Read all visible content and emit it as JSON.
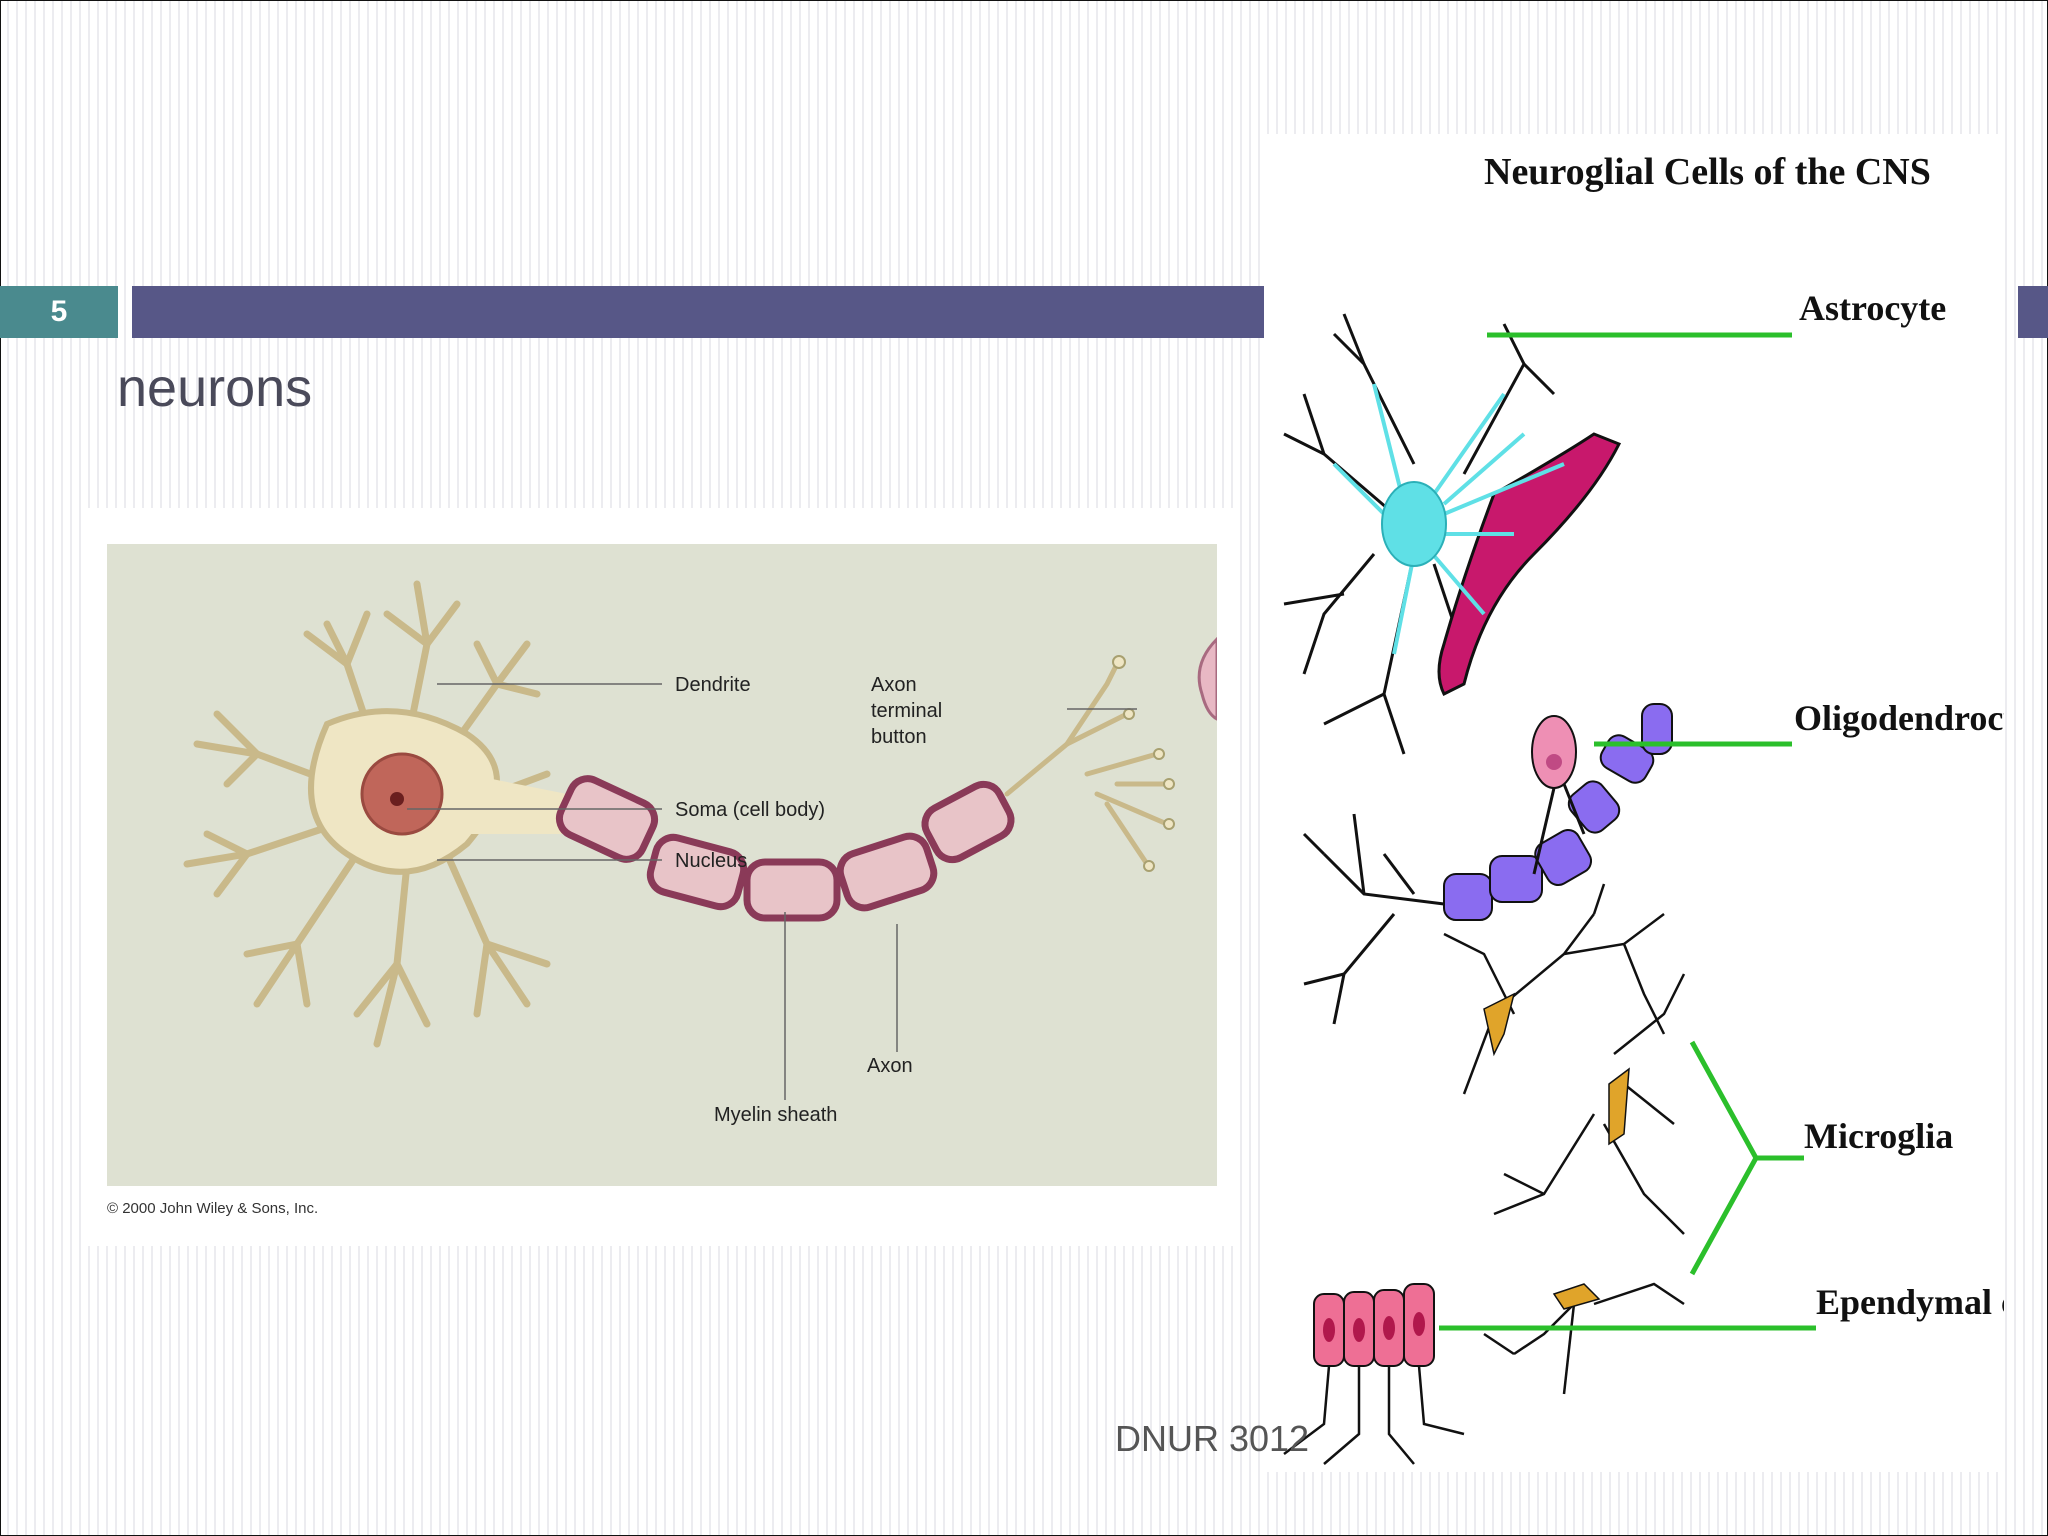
{
  "slide": {
    "number": "5",
    "title": "neurons",
    "footer": "DNUR 3012"
  },
  "neuron_figure": {
    "labels": {
      "dendrite": "Dendrite",
      "axon_terminal_1": "Axon",
      "axon_terminal_2": "terminal",
      "axon_terminal_3": "button",
      "soma": "Soma (cell body)",
      "nucleus": "Nucleus",
      "axon": "Axon",
      "myelin": "Myelin sheath"
    },
    "copyright": "© 2000 John Wiley & Sons, Inc."
  },
  "glia_figure": {
    "title": "Neuroglial Cells of the CNS",
    "labels": {
      "astrocyte": "Astrocyte",
      "oligodendrocyte": "Oligodendrocyte",
      "microglia": "Microglia",
      "ependymal": "Ependymal cells"
    }
  },
  "colors": {
    "slide_number_bg": "#4a8a8e",
    "title_bar": "#575787",
    "leader_line_green": "#2bbf2b",
    "astrocyte": "#5fe0e6",
    "blood_vessel": "#c0186a",
    "oligodendrocyte_myelin": "#8a6cf0",
    "microglia": "#e0a42a",
    "ependymal": "#ee6f95"
  }
}
